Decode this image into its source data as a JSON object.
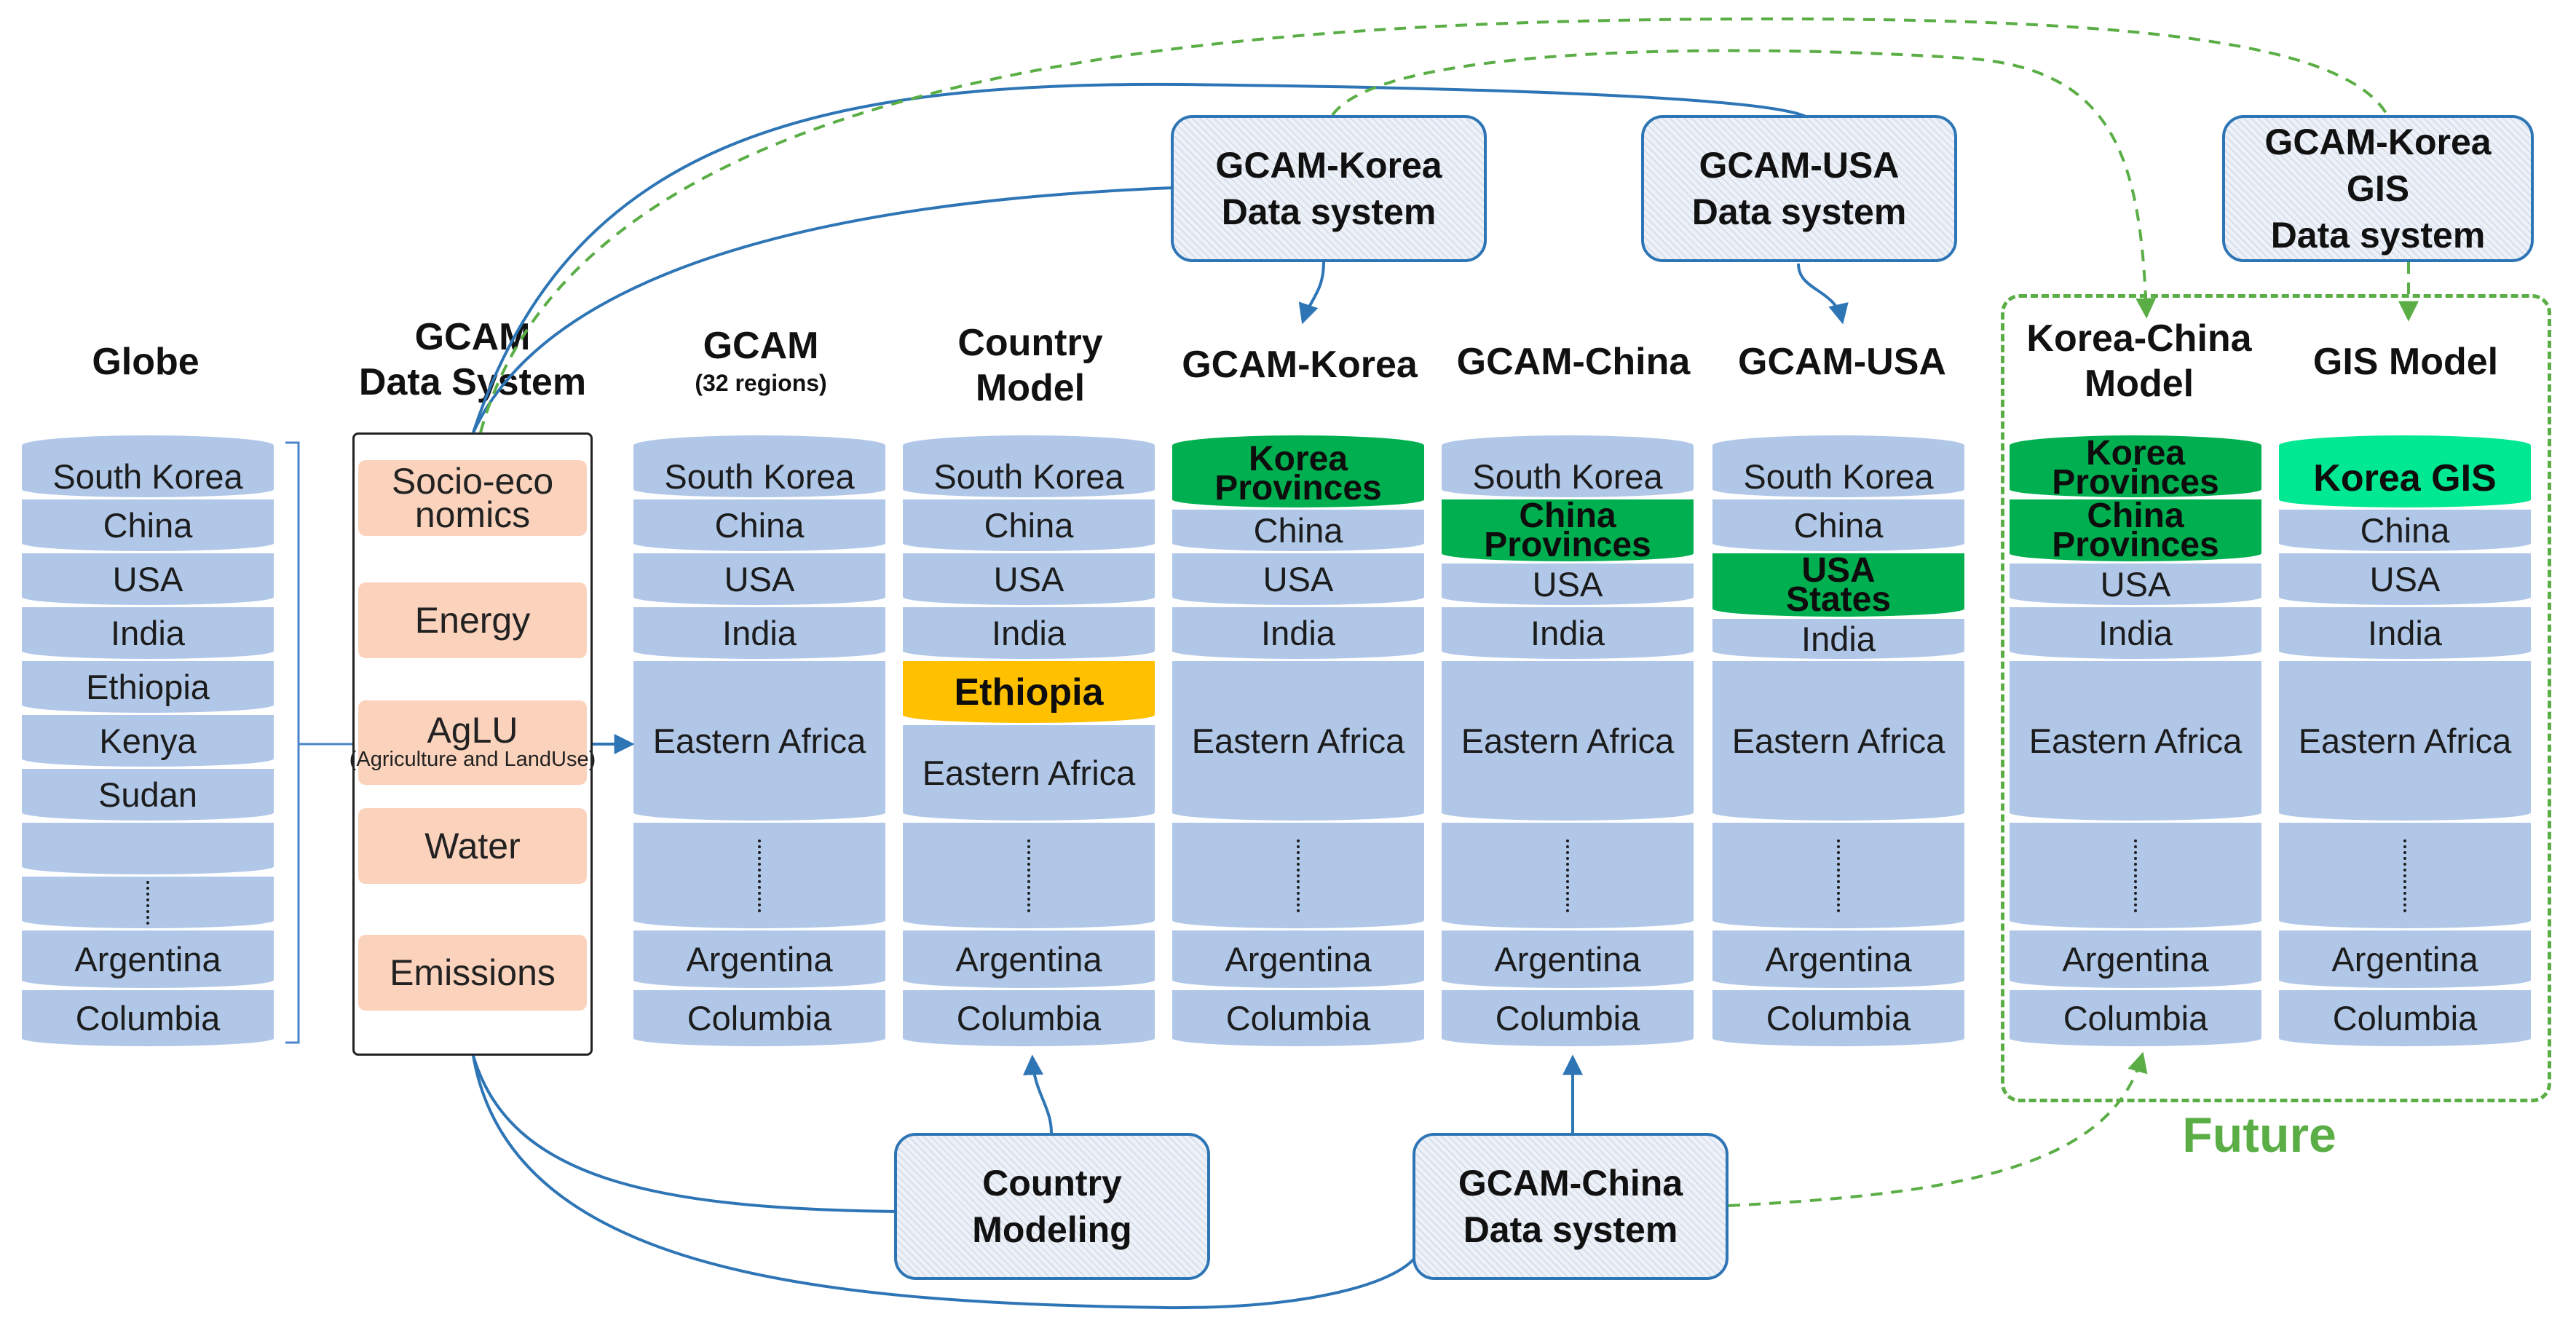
{
  "columns": [
    {
      "id": "globe",
      "header": [
        "Globe"
      ],
      "sub": "",
      "rows": [
        "South Korea",
        "China",
        "USA",
        "India",
        "Ethiopia",
        "Kenya",
        "Sudan",
        "",
        "",
        "Argentina",
        "Columbia"
      ]
    },
    {
      "id": "gcam",
      "header": [
        "GCAM"
      ],
      "sub": "(32 regions)",
      "rows": [
        "South Korea",
        "China",
        "USA",
        "India",
        "Eastern Africa",
        "",
        "",
        "Argentina",
        "Columbia"
      ]
    },
    {
      "id": "country",
      "header": [
        "Country",
        "Model"
      ],
      "sub": "",
      "rows": [
        "South Korea",
        "China",
        "USA",
        "India",
        "Ethiopia",
        "Eastern Africa",
        "",
        "",
        "Argentina",
        "Columbia"
      ]
    },
    {
      "id": "korea",
      "header": [
        "GCAM-Korea"
      ],
      "sub": "",
      "rows": [
        "Korea Provinces",
        "China",
        "USA",
        "India",
        "Eastern Africa",
        "",
        "",
        "Argentina",
        "Columbia"
      ]
    },
    {
      "id": "china",
      "header": [
        "GCAM-China"
      ],
      "sub": "",
      "rows": [
        "South Korea",
        "China Provinces",
        "USA",
        "India",
        "Eastern Africa",
        "",
        "",
        "Argentina",
        "Columbia"
      ]
    },
    {
      "id": "usa",
      "header": [
        "GCAM-USA"
      ],
      "sub": "",
      "rows": [
        "South Korea",
        "China",
        "USA States",
        "India",
        "Eastern Africa",
        "",
        "",
        "Argentina",
        "Columbia"
      ]
    },
    {
      "id": "kc",
      "header": [
        "Korea-China",
        "Model"
      ],
      "sub": "",
      "rows": [
        "Korea Provinces",
        "China Provinces",
        "USA",
        "India",
        "Eastern Africa",
        "",
        "",
        "Argentina",
        "Columbia"
      ]
    },
    {
      "id": "gis",
      "header": [
        "GIS Model"
      ],
      "sub": "",
      "rows": [
        "Korea GIS",
        "China",
        "USA",
        "India",
        "Eastern Africa",
        "",
        "",
        "Argentina",
        "Columbia"
      ]
    }
  ],
  "data_system": {
    "header": [
      "GCAM",
      "Data System"
    ],
    "modules": [
      "Socio-economics",
      "Energy",
      "AgLU",
      "Water",
      "Emissions"
    ],
    "aglu_note": "(Agriculture and LandUse)"
  },
  "source_boxes": {
    "gcam_korea_ds": [
      "GCAM-Korea",
      "Data system"
    ],
    "gcam_usa_ds": [
      "GCAM-USA",
      "Data system"
    ],
    "gcam_korea_gis_ds": [
      "GCAM-Korea",
      "GIS",
      "Data system"
    ],
    "country_modeling": [
      "Country",
      "Modeling"
    ],
    "gcam_china_ds": [
      "GCAM-China",
      "Data system"
    ]
  },
  "future_label": "Future",
  "colors": {
    "cylinder": "#b0c7e8",
    "cylinder_edge": "#ffffff",
    "highlight_ethiopia": "#ffc000",
    "highlight_green": "#00b050",
    "highlight_gis": "#00e891",
    "module_fill": "#fbd3bd",
    "connector_blue": "#2e75b6",
    "future_green": "#5aae45"
  }
}
